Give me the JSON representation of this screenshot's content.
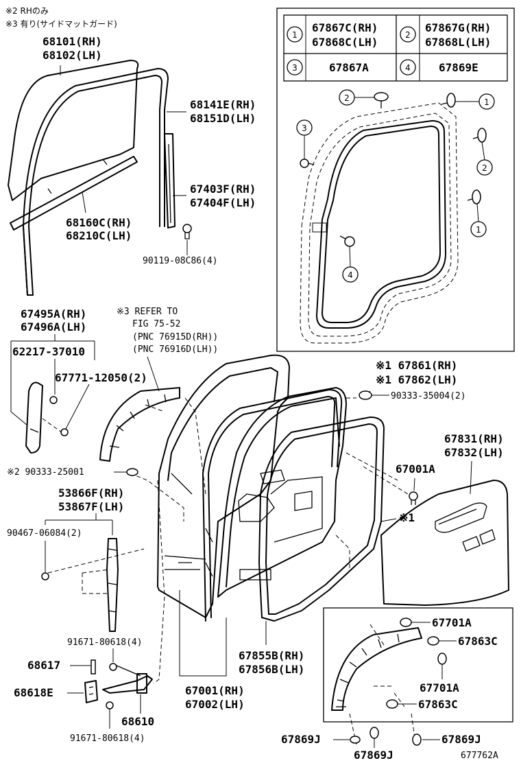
{
  "notes": {
    "note2": "※2 RHのみ",
    "note3": "※3 有り(サイドマットガード)"
  },
  "callout_table": {
    "r1c1_num": "1",
    "r1c1_a": "67867C(RH)",
    "r1c1_b": "67868C(LH)",
    "r1c2_num": "2",
    "r1c2_a": "67867G(RH)",
    "r1c2_b": "67868L(LH)",
    "r2c1_num": "3",
    "r2c1_a": "67867A",
    "r2c2_num": "4",
    "r2c2_a": "67869E"
  },
  "callout_nums": {
    "n1": "1",
    "n2": "2",
    "n3": "3",
    "n4": "4"
  },
  "labels": {
    "glass_rh": "68101(RH)",
    "glass_lh": "68102(LH)",
    "run_rh": "68141E(RH)",
    "run_lh": "68151D(LH)",
    "channel_rh": "67403F(RH)",
    "channel_lh": "67404F(LH)",
    "weatherstrip_rh": "68160C(RH)",
    "weatherstrip_lh": "68210C(LH)",
    "bolt_a": "90119-08C86(4)",
    "cover_rh": "67495A(RH)",
    "cover_lh": "67496A(LH)",
    "cover_part": "62217-37010",
    "cover_clip": "67771-12050(2)",
    "refer_a": "※3 REFER TO",
    "refer_b": "FIG 75-52",
    "refer_c": "(PNC 76915D(RH))",
    "refer_d": "(PNC 76916D(LH))",
    "seal_rh": "※1 67861(RH)",
    "seal_lh": "※1 67862(LH)",
    "plug_a": "90333-35004(2)",
    "plug_b": "※2 90333-25001",
    "trim_rh": "67831(RH)",
    "trim_lh": "67832(LH)",
    "clip_a": "67001A",
    "star1": "※1",
    "check_rh": "53866F(RH)",
    "check_lh": "53867F(LH)",
    "screw_a": "90467-06084(2)",
    "bolt_b": "91671-80618(4)",
    "pin": "68617",
    "hinge_e": "68618E",
    "hinge": "68610",
    "bolt_c": "91671-80618(4)",
    "door_rh": "67001(RH)",
    "door_lh": "67002(LH)",
    "wstrip_rh": "67855B(RH)",
    "wstrip_lh": "67856B(LH)",
    "inset_a": "67701A",
    "inset_b": "67863C",
    "inset_c": "67701A",
    "inset_d": "67863C",
    "inset_e": "67869J",
    "inset_f": "67869J",
    "inset_g": "67869J",
    "code": "677762A"
  }
}
